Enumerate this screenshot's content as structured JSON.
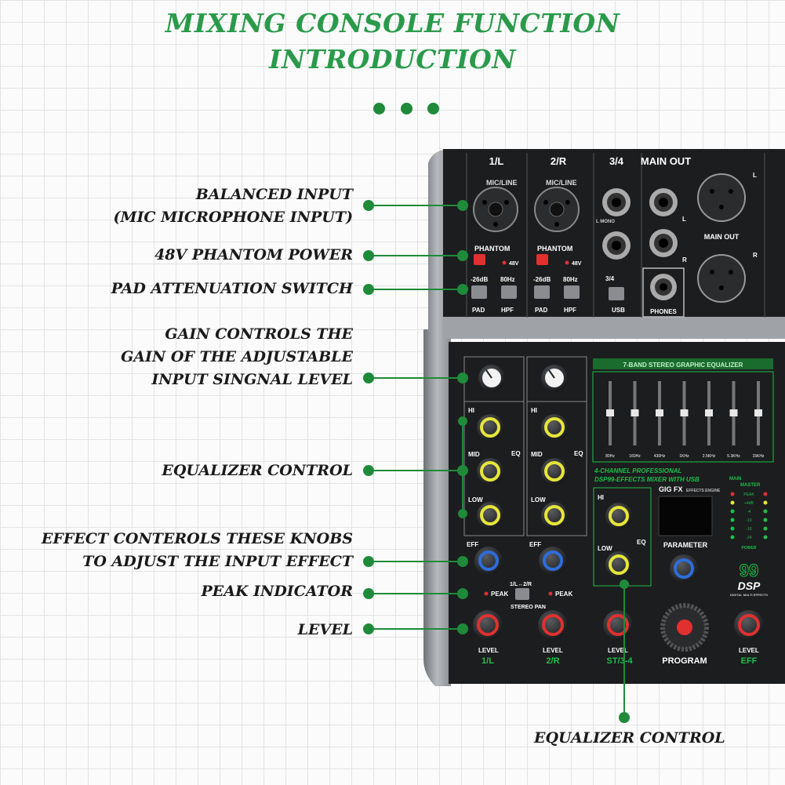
{
  "header": {
    "title_line1": "MIXING CONSOLE FUNCTION",
    "title_line2": "INTRODUCTION"
  },
  "callouts": [
    {
      "id": "balanced",
      "lines": [
        "BALANCED INPUT",
        "(MIC MICROPHONE INPUT)"
      ]
    },
    {
      "id": "phantom",
      "lines": [
        "48V PHANTOM POWER"
      ]
    },
    {
      "id": "pad",
      "lines": [
        "PAD ATTENUATION SWITCH"
      ]
    },
    {
      "id": "gain",
      "lines": [
        "GAIN CONTROLS THE",
        "GAIN OF THE ADJUSTABLE",
        "INPUT SINGNAL LEVEL"
      ]
    },
    {
      "id": "eq",
      "lines": [
        "EQUALIZER CONTROL"
      ]
    },
    {
      "id": "effect",
      "lines": [
        "EFFECT CONTEROLS THESE KNOBS",
        "TO ADJUST THE INPUT EFFECT"
      ]
    },
    {
      "id": "peak",
      "lines": [
        "PEAK INDICATOR"
      ]
    },
    {
      "id": "level",
      "lines": [
        "LEVEL"
      ]
    }
  ],
  "bottom_callout": "EQUALIZER CONTROL",
  "panel": {
    "ch1": "1/L",
    "ch2": "2/R",
    "ch34": "3/4",
    "main_out": "MAIN OUT",
    "main_out_xlr": "MAIN OUT",
    "mic_line": "MIC/LINE",
    "phantom": "PHANTOM",
    "v48": "48V",
    "pad_db": "-26dB",
    "hpf_hz": "80Hz",
    "pad": "PAD",
    "hpf": "HPF",
    "usb_34": "3/4",
    "usb": "USB",
    "phones": "PHONES",
    "mono": "L MONO",
    "l": "L",
    "r": "R",
    "eq7_title": "7-BAND STEREO GRAPHIC EQUALIZER",
    "eq7_freqs": [
      "80Hz",
      "160Hz",
      "430Hz",
      "1KHz",
      "2.5KHz",
      "5.3KHz",
      "15KHz"
    ],
    "hi": "HI",
    "mid": "MID",
    "low": "LOW",
    "eq": "EQ",
    "eff": "EFF",
    "peak": "PEAK",
    "stereo_pan": "STEREO PAN",
    "pan_btn": "1/L↔2/R",
    "level": "LEVEL",
    "st34": "ST/3-4",
    "eff_ch": "EFF",
    "brand1": "4-CHANNEL PROFESSIONAL",
    "brand2": "DSP99-EFFECTS MIXER WITH USB",
    "gigfx": "GIG FX",
    "effects_engine": "EFFECTS ENGINE",
    "parameter": "PARAMETER",
    "program": "PROGRAM",
    "dsp99": "99",
    "dsp": "DSP",
    "dsp_sub": "DIGITAL MULTI EFFECTS",
    "meter_main": "MAIN",
    "meter_master": "MASTER",
    "meter_rows": [
      "PEAK",
      "+4dB",
      "-4",
      "-10",
      "-16",
      "-24"
    ],
    "power": "POWER"
  },
  "colors": {
    "title": "#2a9a4a",
    "dot": "#1e8a3a",
    "accent_green": "#1fbf4a",
    "panel": "#1c1d1f"
  }
}
